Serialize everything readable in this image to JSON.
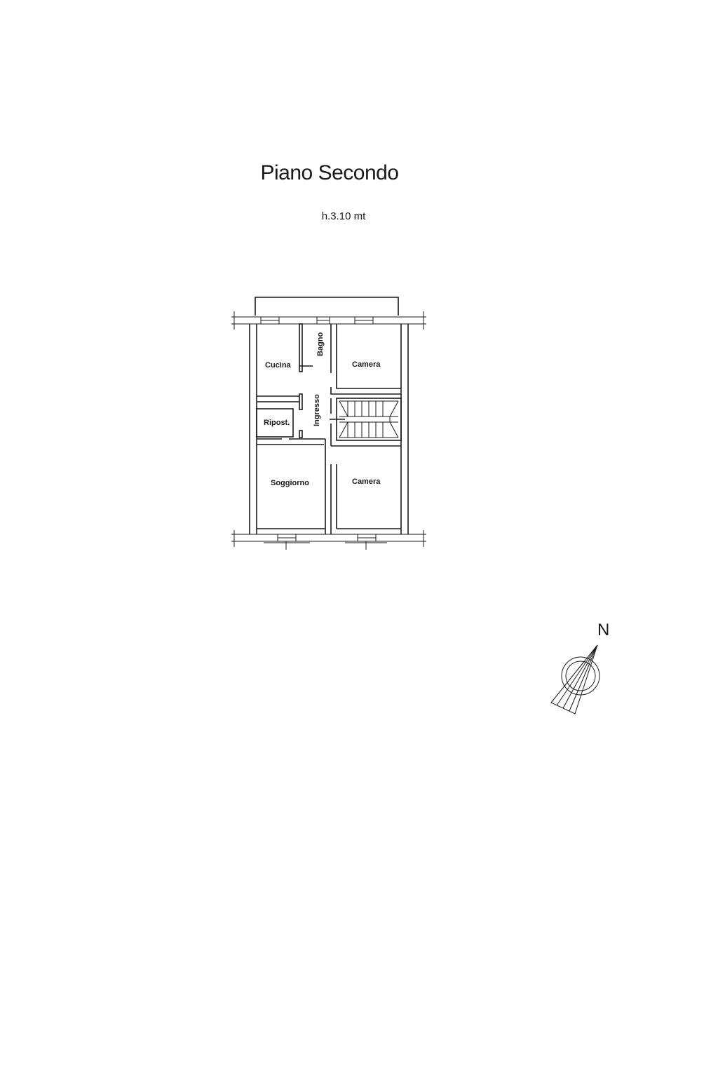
{
  "floor_plan": {
    "title": "Piano Secondo",
    "ceiling_height": "h.3.10 mt",
    "rooms": {
      "kitchen": "Cucina",
      "bathroom": "Bagno",
      "bedroom_top": "Camera",
      "entrance": "Ingresso",
      "storage": "Ripost.",
      "living_room": "Soggiorno",
      "bedroom_bottom": "Camera"
    },
    "compass": {
      "north_label": "N"
    }
  }
}
